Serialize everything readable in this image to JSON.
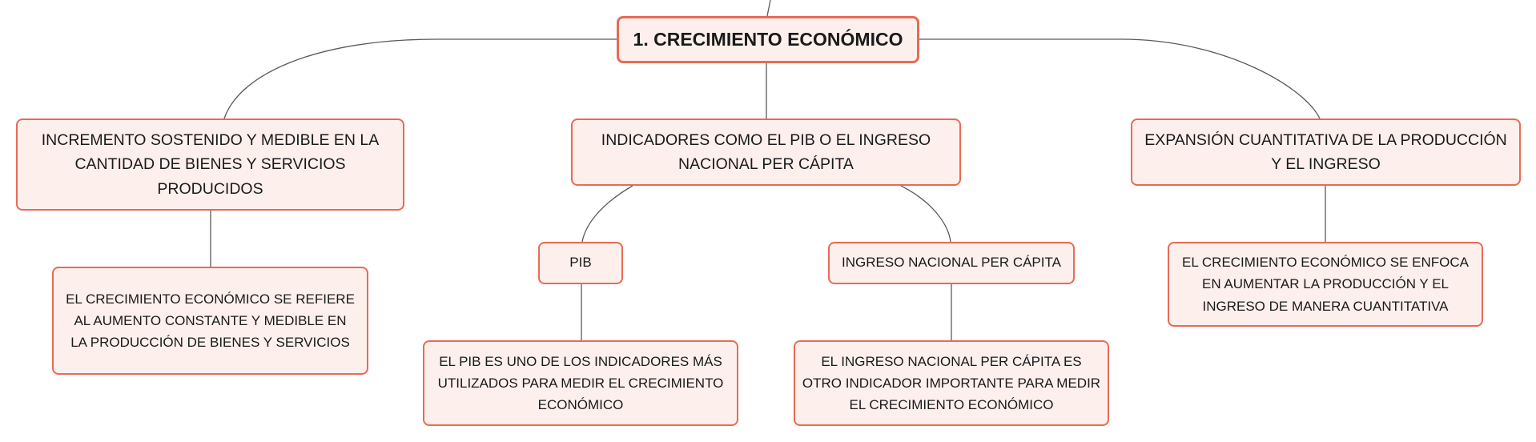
{
  "diagram": {
    "root": {
      "label": "1. CRECIMIENTO ECONÓMICO"
    },
    "branches": [
      {
        "label": "INCREMENTO SOSTENIDO Y MEDIBLE EN LA CANTIDAD DE BIENES Y SERVICIOS PRODUCIDOS",
        "children": [
          {
            "label": "EL CRECIMIENTO ECONÓMICO SE REFIERE AL AUMENTO CONSTANTE Y MEDIBLE EN LA PRODUCCIÓN DE BIENES Y SERVICIOS"
          }
        ]
      },
      {
        "label": "INDICADORES COMO EL PIB O EL INGRESO NACIONAL PER CÁPITA",
        "children": [
          {
            "label": "PIB",
            "children": [
              {
                "label": "EL PIB ES UNO DE LOS INDICADORES MÁS UTILIZADOS PARA MEDIR EL CRECIMIENTO ECONÓMICO"
              }
            ]
          },
          {
            "label": "INGRESO NACIONAL PER CÁPITA",
            "children": [
              {
                "label": "EL INGRESO NACIONAL PER CÁPITA ES OTRO INDICADOR IMPORTANTE PARA MEDIR EL CRECIMIENTO ECONÓMICO"
              }
            ]
          }
        ]
      },
      {
        "label": "EXPANSIÓN CUANTITATIVA DE LA PRODUCCIÓN Y EL INGRESO",
        "children": [
          {
            "label": "EL CRECIMIENTO ECONÓMICO SE ENFOCA EN AUMENTAR LA PRODUCCIÓN Y EL INGRESO DE MANERA CUANTITATIVA"
          }
        ]
      }
    ]
  },
  "colors": {
    "node_border": "#e86a55",
    "node_fill": "#fdf0ec",
    "connector": "#5a5a5a",
    "text": "#1a1a1a"
  }
}
